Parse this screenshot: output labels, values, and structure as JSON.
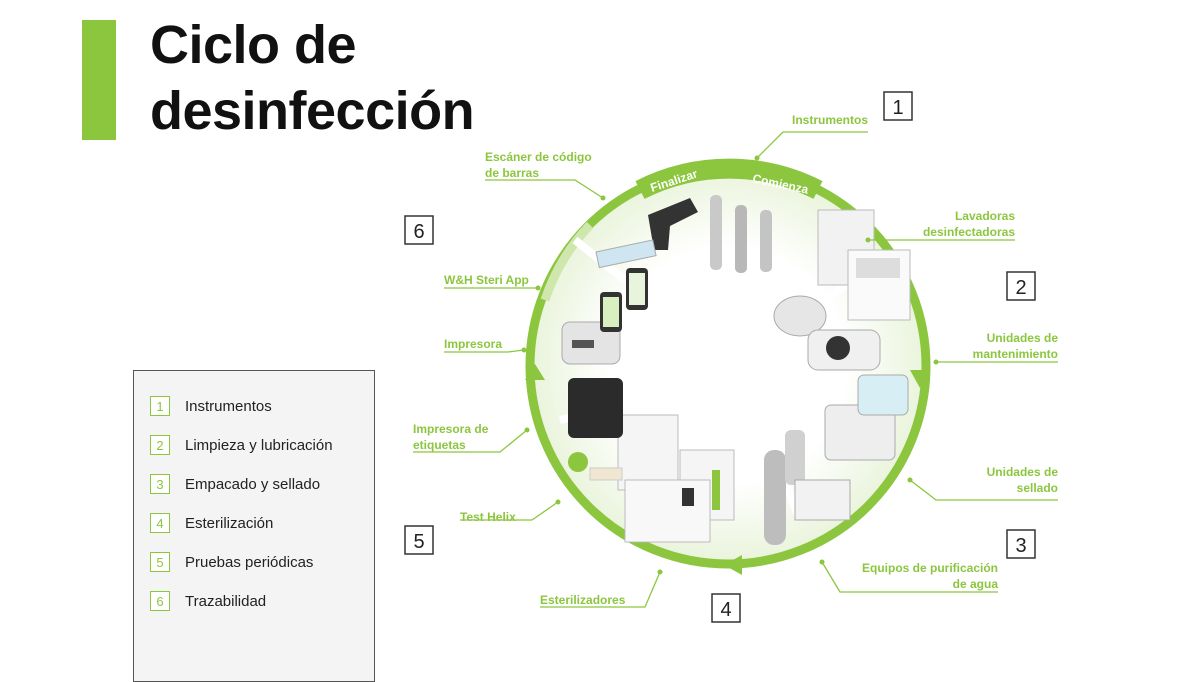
{
  "title": {
    "line1": "Ciclo de",
    "line2": "desinfección"
  },
  "colors": {
    "accent": "#8cc63f",
    "text": "#111111"
  },
  "cycle": {
    "arc_start": "Comienza",
    "arc_end": "Finalizar",
    "steps": [
      "1",
      "2",
      "3",
      "4",
      "5",
      "6"
    ],
    "labels": {
      "instrumentos": "Instrumentos",
      "lavadoras_1": "Lavadoras",
      "lavadoras_2": "desinfectadoras",
      "mantenimiento_1": "Unidades de",
      "mantenimiento_2": "mantenimiento",
      "sellado_1": "Unidades de",
      "sellado_2": "sellado",
      "agua_1": "Equipos de purificación",
      "agua_2": "de agua",
      "esterilizadores": "Esterilizadores",
      "test_helix": "Test Helix",
      "etiquetas_1": "Impresora de",
      "etiquetas_2": "etiquetas",
      "impresora": "Impresora",
      "app": "W&H Steri App",
      "escaner_1": "Escáner de código",
      "escaner_2": "de barras"
    }
  },
  "legend": {
    "items": [
      {
        "num": "1",
        "text": "Instrumentos"
      },
      {
        "num": "2",
        "text": "Limpieza y lubricación"
      },
      {
        "num": "3",
        "text": "Empacado y sellado"
      },
      {
        "num": "4",
        "text": "Esterilización"
      },
      {
        "num": "5",
        "text": "Pruebas periódicas"
      },
      {
        "num": "6",
        "text": "Trazabilidad"
      }
    ]
  }
}
